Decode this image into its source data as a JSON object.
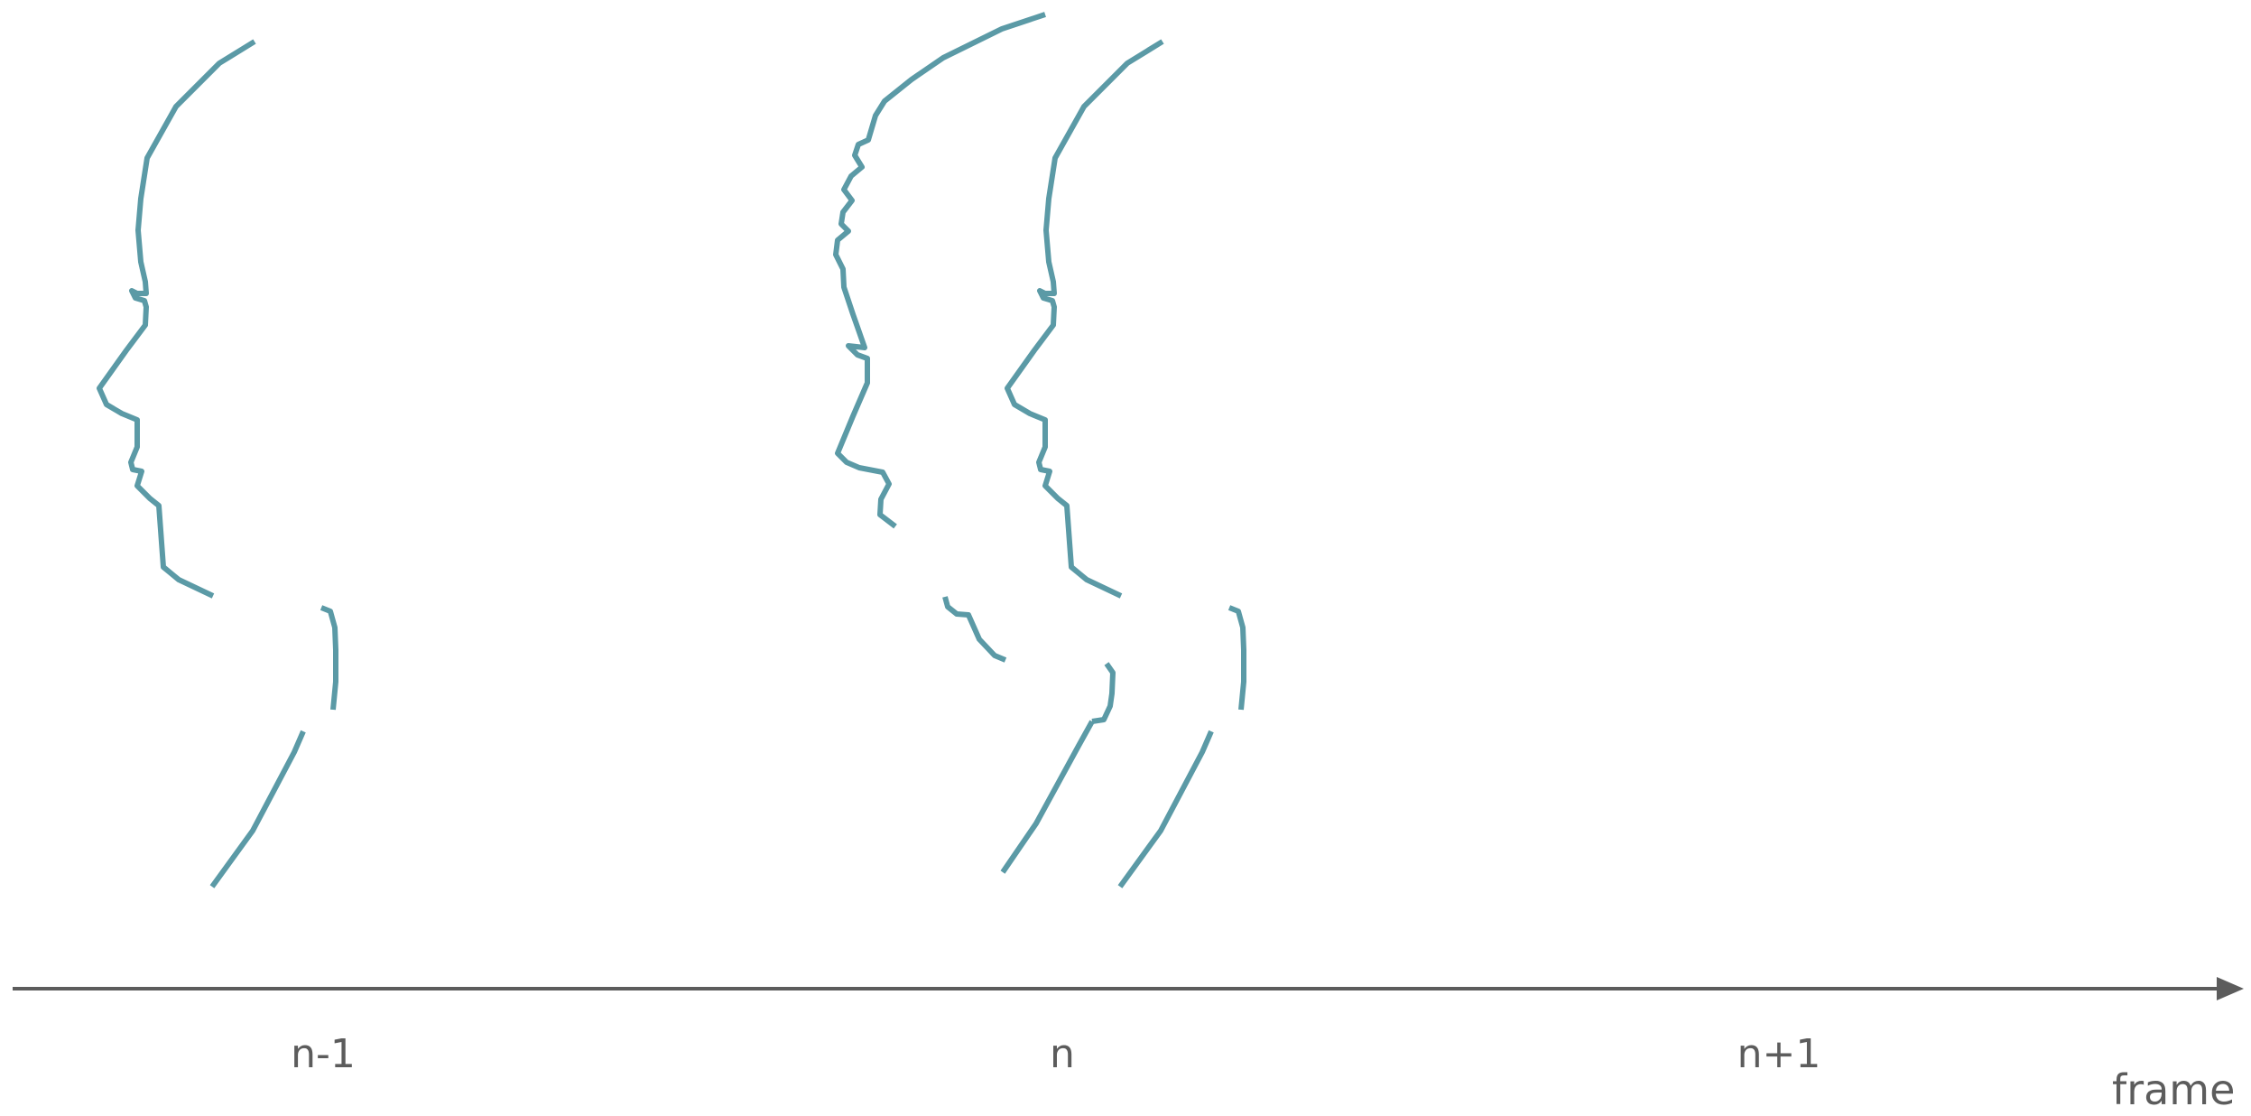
{
  "colors": {
    "profile_stroke": "#5b9aa6",
    "axis": "#5c5c5c",
    "background": "#ffffff"
  },
  "frames": [
    {
      "label": "n-1",
      "variant": "smooth"
    },
    {
      "label": "n",
      "variant": "jagged"
    },
    {
      "label": "n+1",
      "variant": "smooth"
    }
  ],
  "axis": {
    "label": "frame"
  }
}
